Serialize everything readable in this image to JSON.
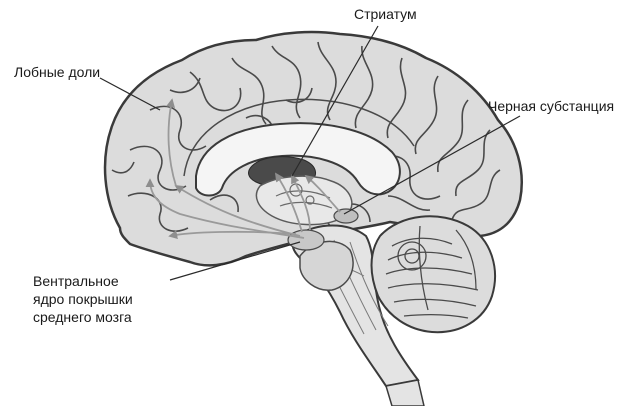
{
  "labels": {
    "frontal_lobes": "Лобные доли",
    "striatum": "Стриатум",
    "substantia_nigra": "Черная субстанция",
    "vta_line1": "Вентральное",
    "vta_line2": "ядро покрышки",
    "vta_line3": "среднего мозга"
  },
  "colors": {
    "cortex_fill": "#dcdcdc",
    "outline": "#3a3a3a",
    "highlight": "#f5f5f5",
    "dark_region": "#4a4a4a",
    "pathway": "#9a9a9a"
  }
}
